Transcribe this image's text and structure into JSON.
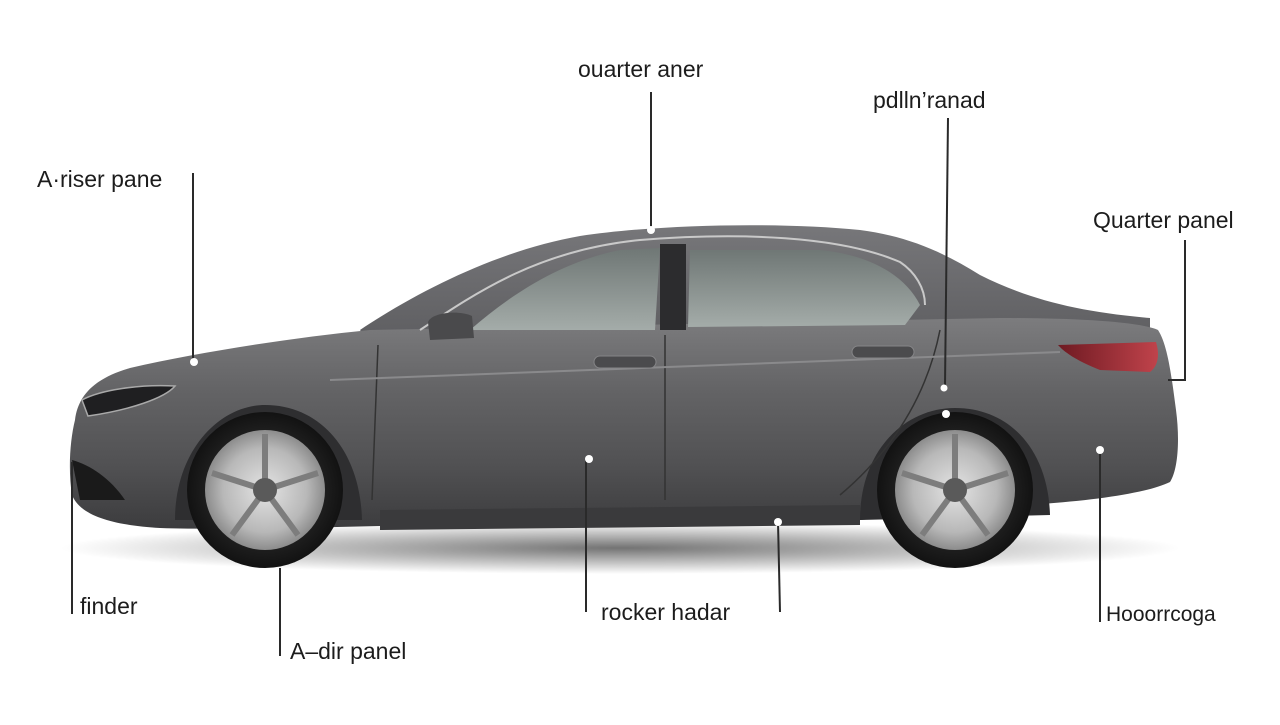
{
  "diagram": {
    "labels": {
      "quarter_aner": "ouarter aner",
      "pallin_ranad": "pdlln’ranad",
      "a_riser_pane": "A·riser pane",
      "quarter_panel": "Quarter panel",
      "finder": "finder",
      "a_dir_panel": "A–dir panel",
      "rocker_hadar": "rocker hadar",
      "hooon_coga": "Hooorrcoga"
    }
  },
  "colors": {
    "body": "#5b5b5d",
    "body_light": "#8a8a8c",
    "window": "#8f9896",
    "tail_light": "#a8323a",
    "leader": "#2a2a2a",
    "background": "#ffffff"
  }
}
